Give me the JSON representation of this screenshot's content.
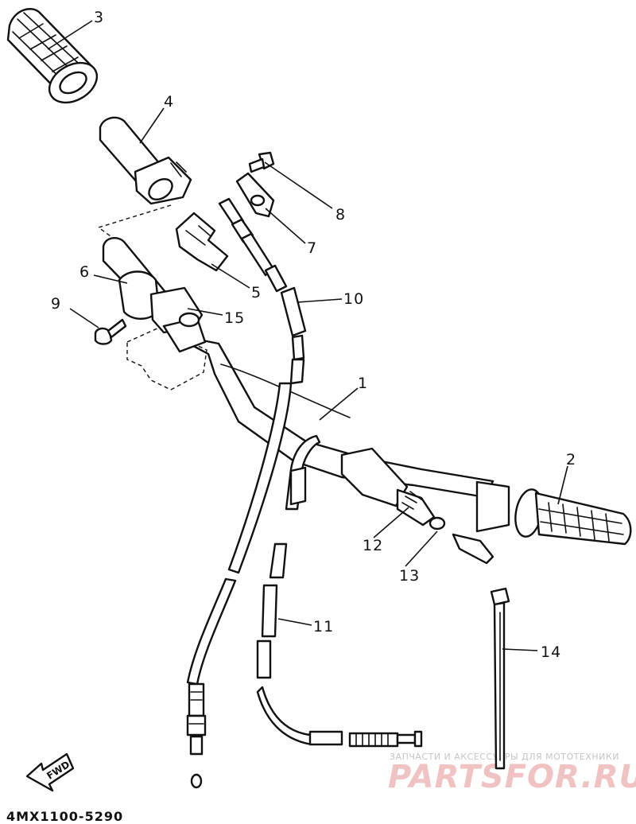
{
  "diagram": {
    "callouts": [
      "1",
      "2",
      "3",
      "4",
      "5",
      "6",
      "7",
      "8",
      "9",
      "10",
      "11",
      "12",
      "13",
      "14",
      "15"
    ],
    "direction_label": "FWD",
    "drawing_code": "4MX1100-5290"
  },
  "watermark": {
    "small_text": "ЗАПЧАСТИ И АКСЕССУАРЫ ДЛЯ МОТОТЕХНИКИ",
    "logo_text": "PARTSFOR.RU"
  }
}
